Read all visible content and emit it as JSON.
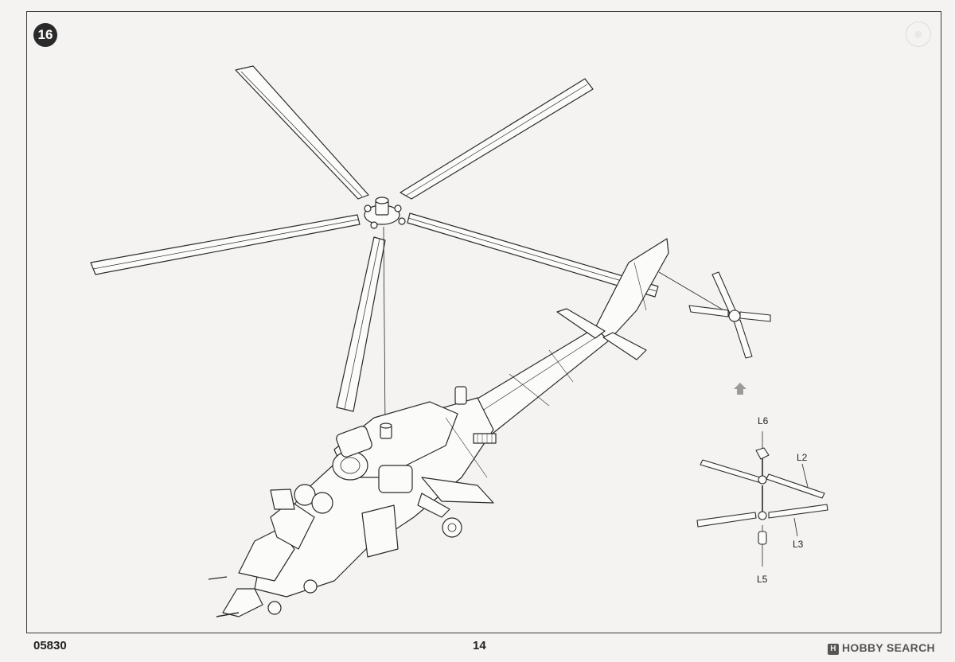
{
  "step": {
    "number": "16"
  },
  "callouts": {
    "l6": "L6",
    "l2": "L2",
    "l3": "L3",
    "l5": "L5"
  },
  "footer": {
    "code": "05830",
    "page": "14",
    "brand": "HOBBY SEARCH"
  },
  "colors": {
    "line": "#2a2a2a",
    "paper": "#f4f3f1",
    "arrow": "#9a9a9a"
  }
}
